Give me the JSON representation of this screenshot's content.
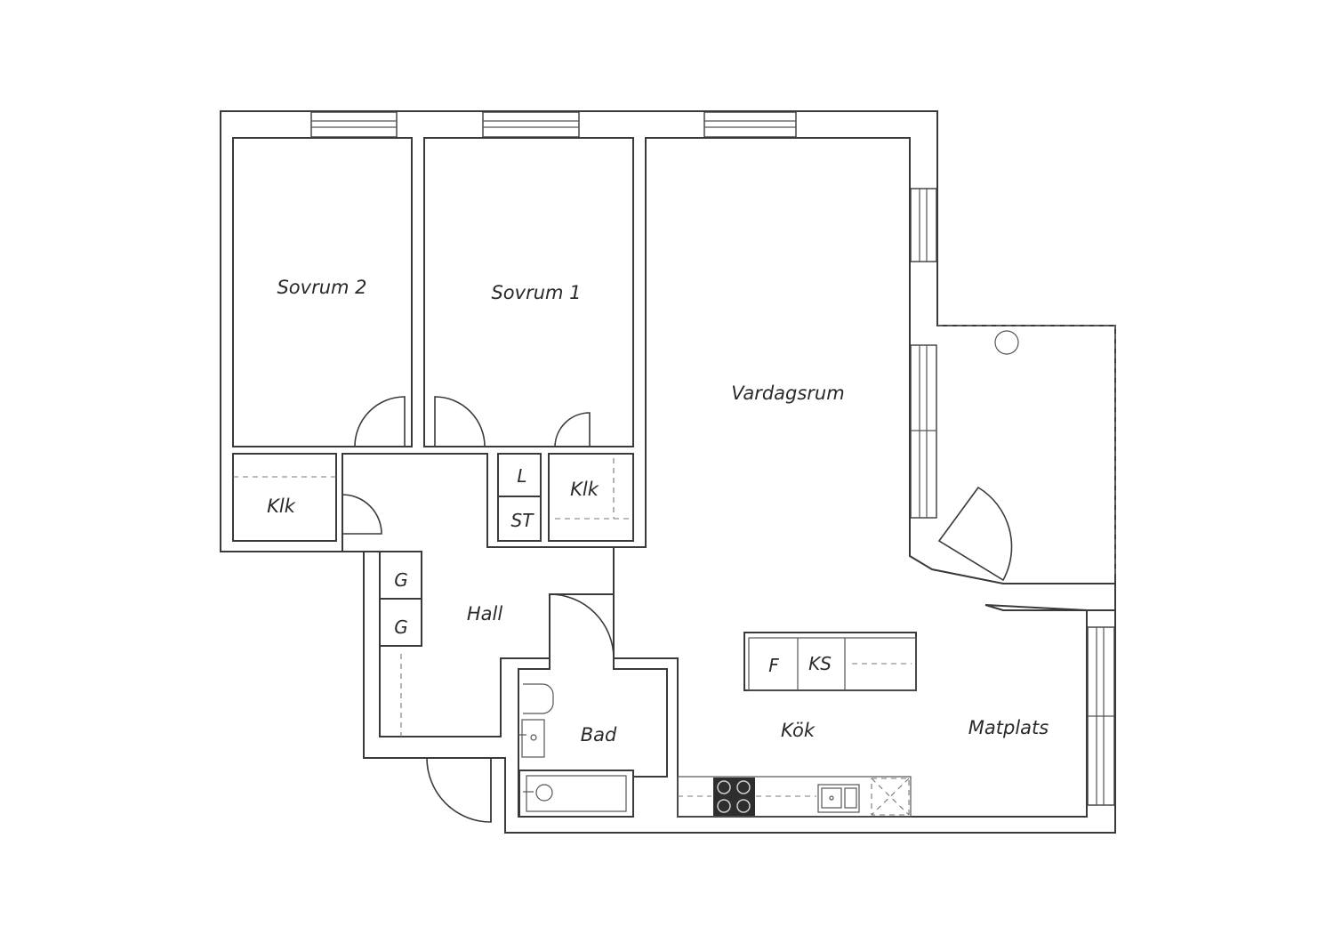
{
  "rooms": {
    "bedroom2": "Sovrum 2",
    "bedroom1": "Sovrum 1",
    "living": "Vardagsrum",
    "closet_left": "Klk",
    "closet_right": "Klk",
    "linen": "L",
    "storage": "ST",
    "wardrobe_1": "G",
    "wardrobe_2": "G",
    "hall": "Hall",
    "bath": "Bad",
    "kitchen": "Kök",
    "dining": "Matplats",
    "fridge": "F",
    "freezer": "KS"
  },
  "colors": {
    "wall": "#3a3a3a",
    "background": "#ffffff"
  }
}
